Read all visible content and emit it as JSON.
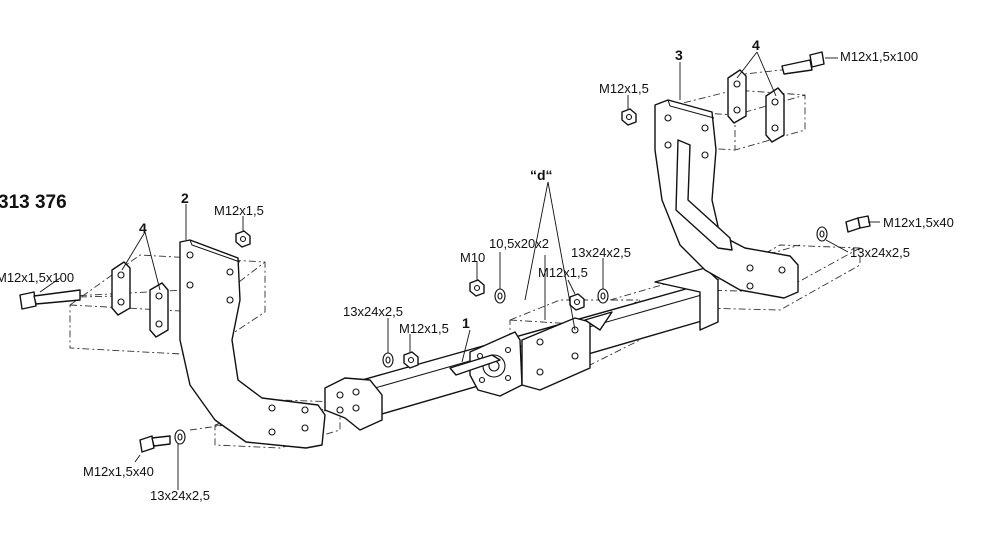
{
  "diagram": {
    "part_number": "313 376",
    "parts": {
      "p1": "1",
      "p2": "2",
      "p3": "3",
      "p4_left": "4",
      "p4_right": "4",
      "detail_d": "“d“"
    },
    "labels": {
      "bolt_left_top": "M12x1,5x100",
      "nut_left_top": "M12x1,5",
      "bolt_left_bottom": "M12x1,5x40",
      "washer_left_bottom": "13x24x2,5",
      "washer_center_left": "13x24x2,5",
      "nut_center_left": "M12x1,5",
      "nut_m10": "M10",
      "washer_105": "10,5x20x2",
      "nut_center_right": "M12x1,5",
      "washer_center_right": "13x24x2,5",
      "nut_right_top": "M12x1,5",
      "bolt_right_top": "M12x1,5x100",
      "bolt_right_side": "M12x1,5x40",
      "washer_right_side": "13x24x2,5"
    }
  }
}
